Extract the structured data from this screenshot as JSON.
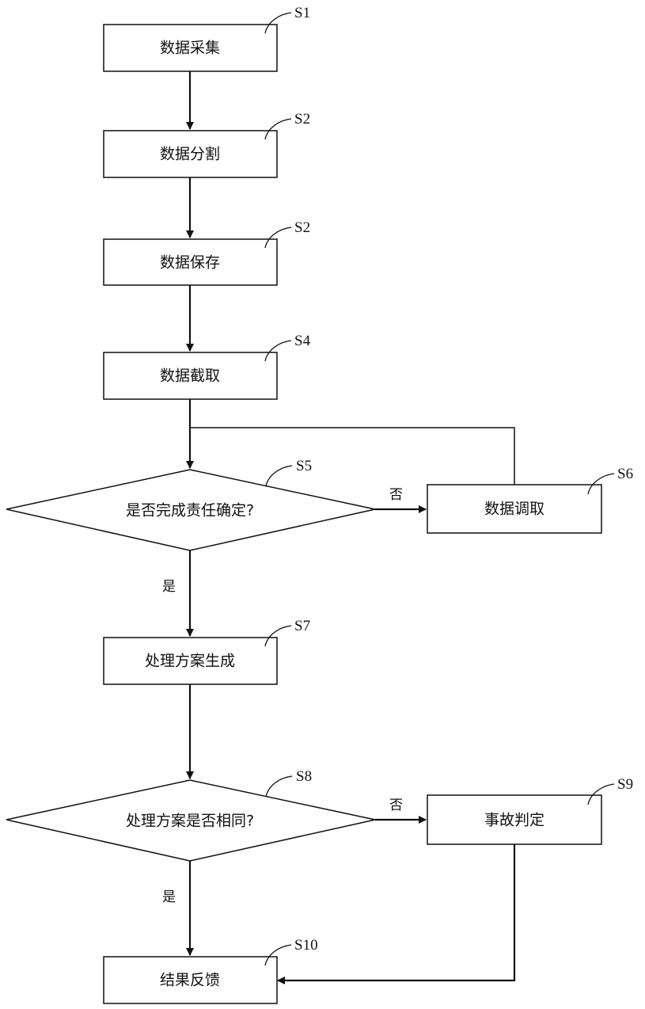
{
  "nodes": {
    "s1": {
      "text": "数据采集",
      "label": "S1"
    },
    "s2": {
      "text": "数据分割",
      "label": "S2"
    },
    "s3": {
      "text": "数据保存",
      "label": "S2"
    },
    "s4": {
      "text": "数据截取",
      "label": "S4"
    },
    "s5": {
      "text": "是否完成责任确定?",
      "label": "S5"
    },
    "s6": {
      "text": "数据调取",
      "label": "S6"
    },
    "s7": {
      "text": "处理方案生成",
      "label": "S7"
    },
    "s8": {
      "text": "处理方案是否相同?",
      "label": "S8"
    },
    "s9": {
      "text": "事故判定",
      "label": "S9"
    },
    "s10": {
      "text": "结果反馈",
      "label": "S10"
    }
  },
  "branches": {
    "s5_no": "否",
    "s5_yes": "是",
    "s8_no": "否",
    "s8_yes": "是"
  }
}
